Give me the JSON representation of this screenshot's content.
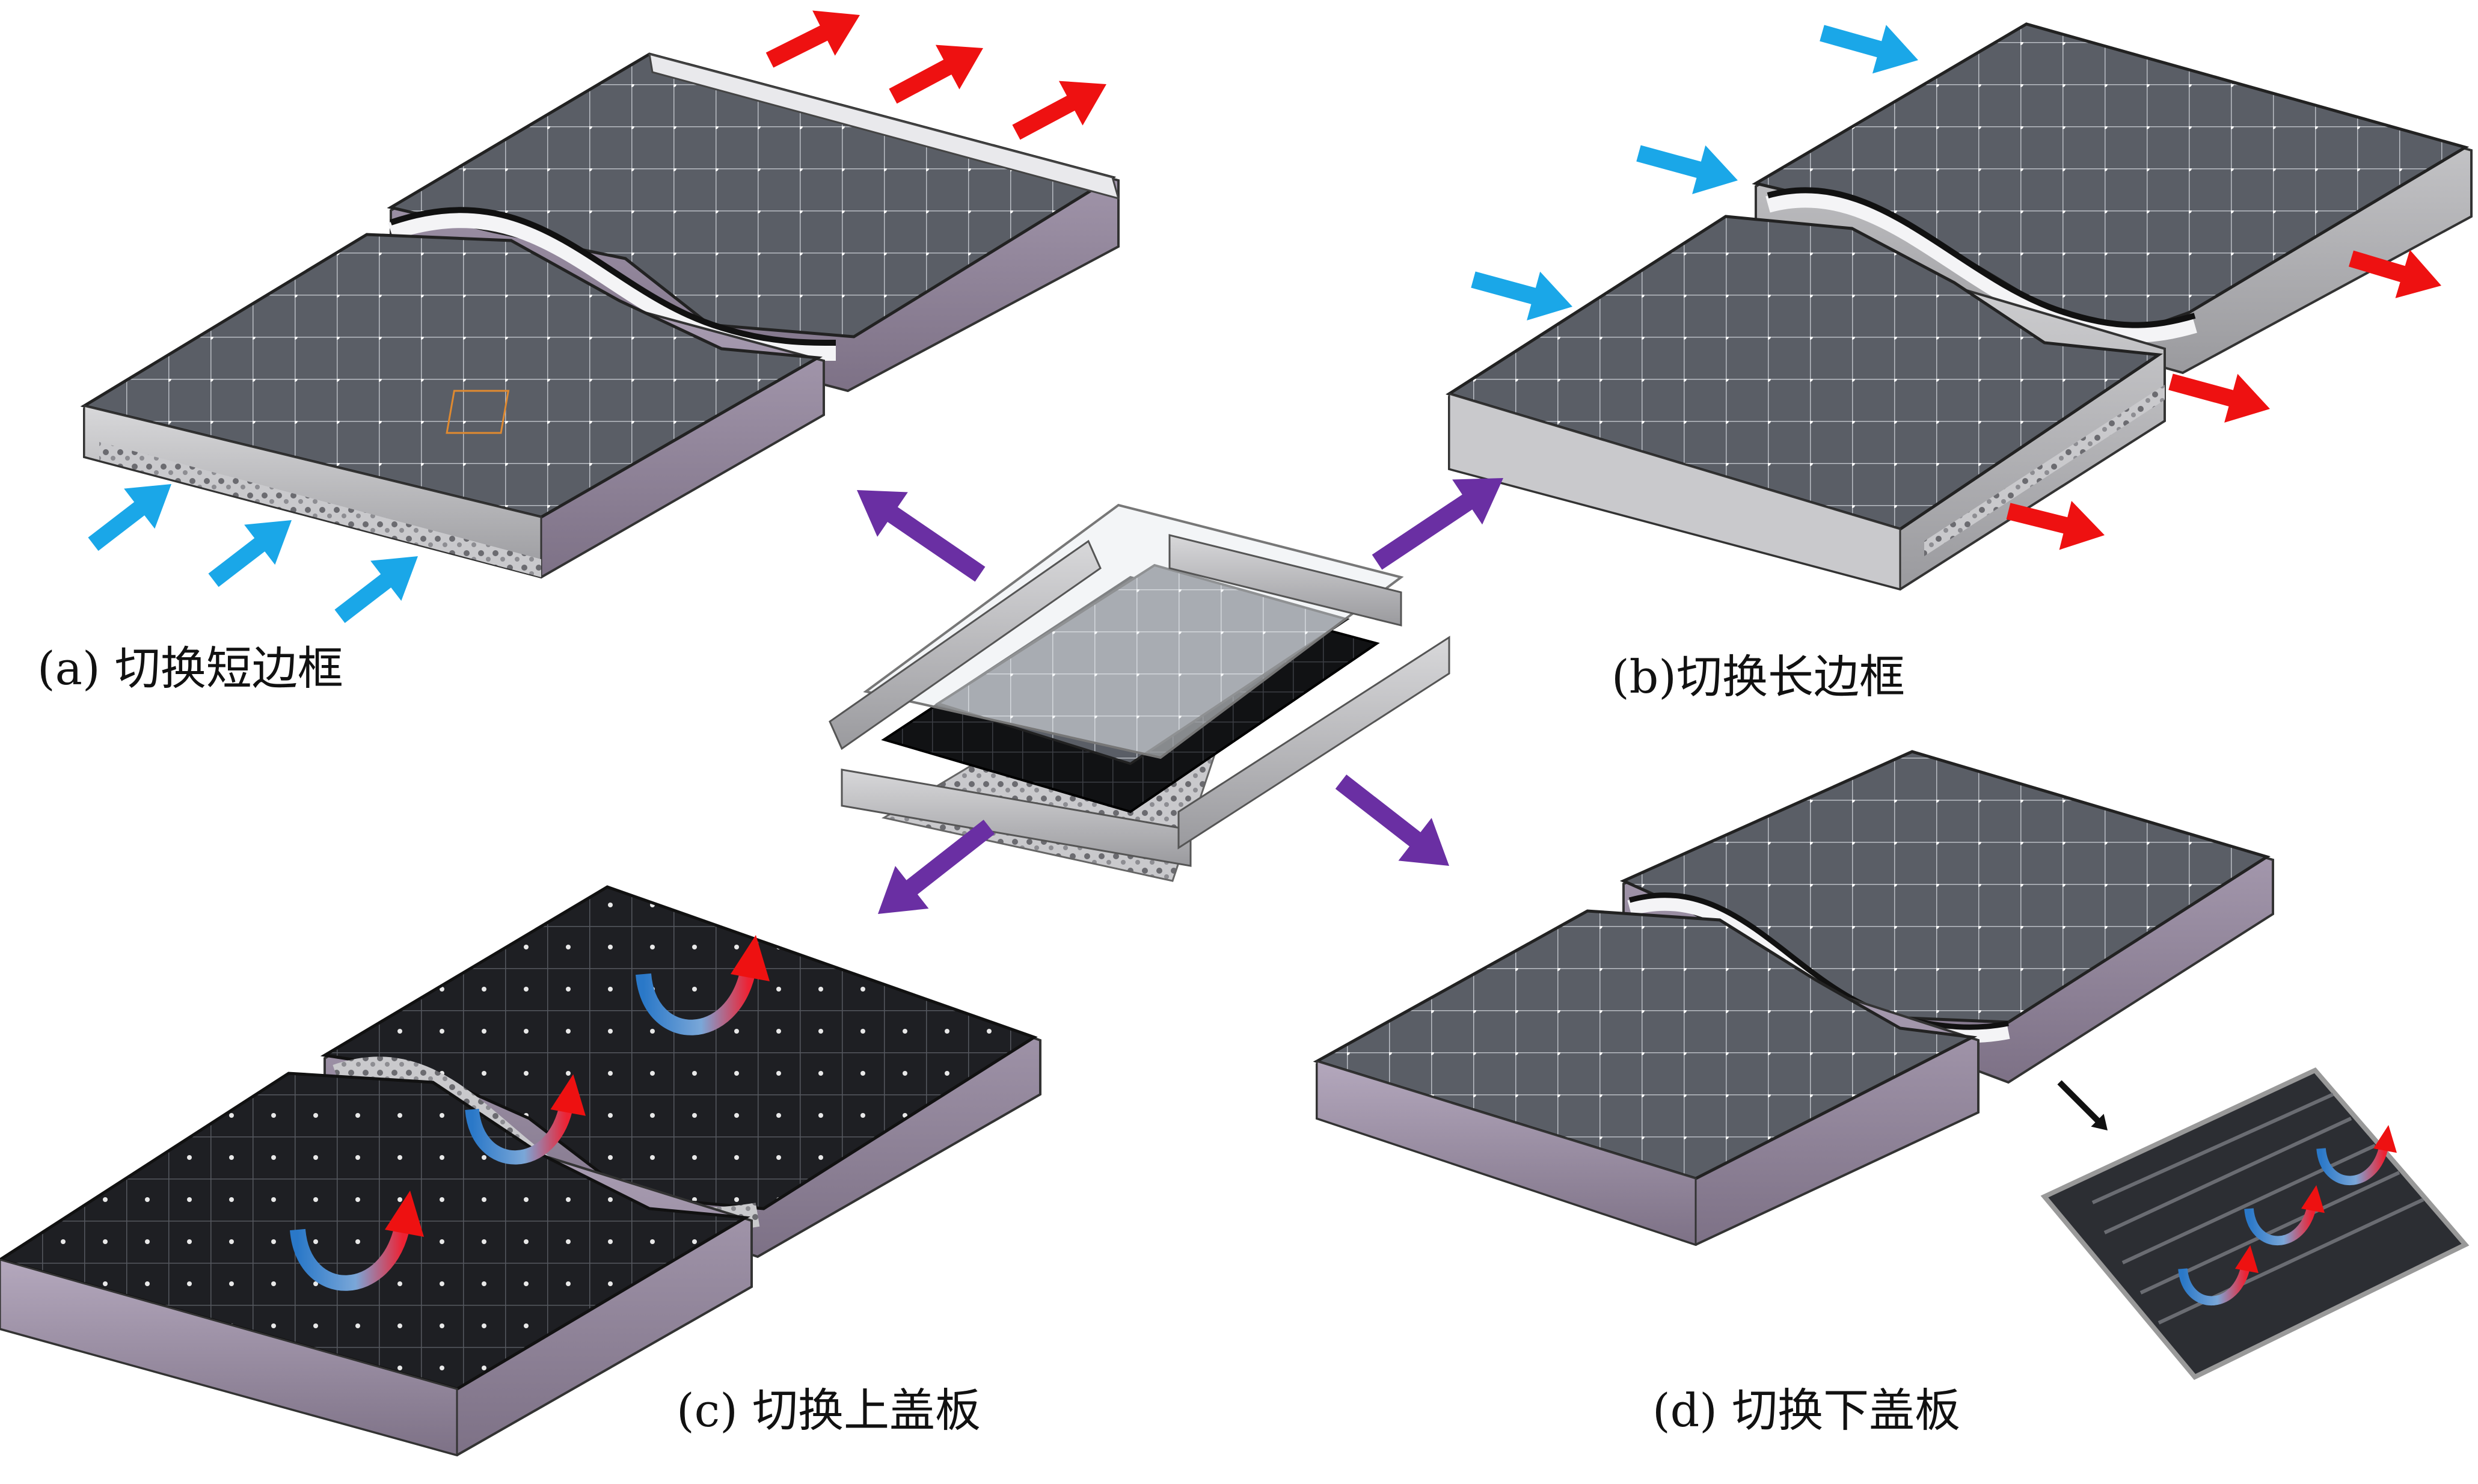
{
  "captions": {
    "a": "(a) 切换短边框",
    "b": "(b)切换长边框",
    "c": "(c) 切换上盖板",
    "d": "(d) 切换下盖板"
  },
  "icons": {
    "cold_air": "blue-flow-arrow-icon",
    "hot_air": "red-flow-arrow-icon",
    "explode": "purple-arrow-icon",
    "pointer": "black-arrow-icon",
    "airflow": "curved-airflow-icon"
  },
  "colors": {
    "cold": "#1aa7e8",
    "hot": "#ee1111",
    "explode": "#6a2fa3",
    "panel": "#555a62",
    "panel_dark": "#1f2024",
    "frame": "#9c8fa6"
  }
}
